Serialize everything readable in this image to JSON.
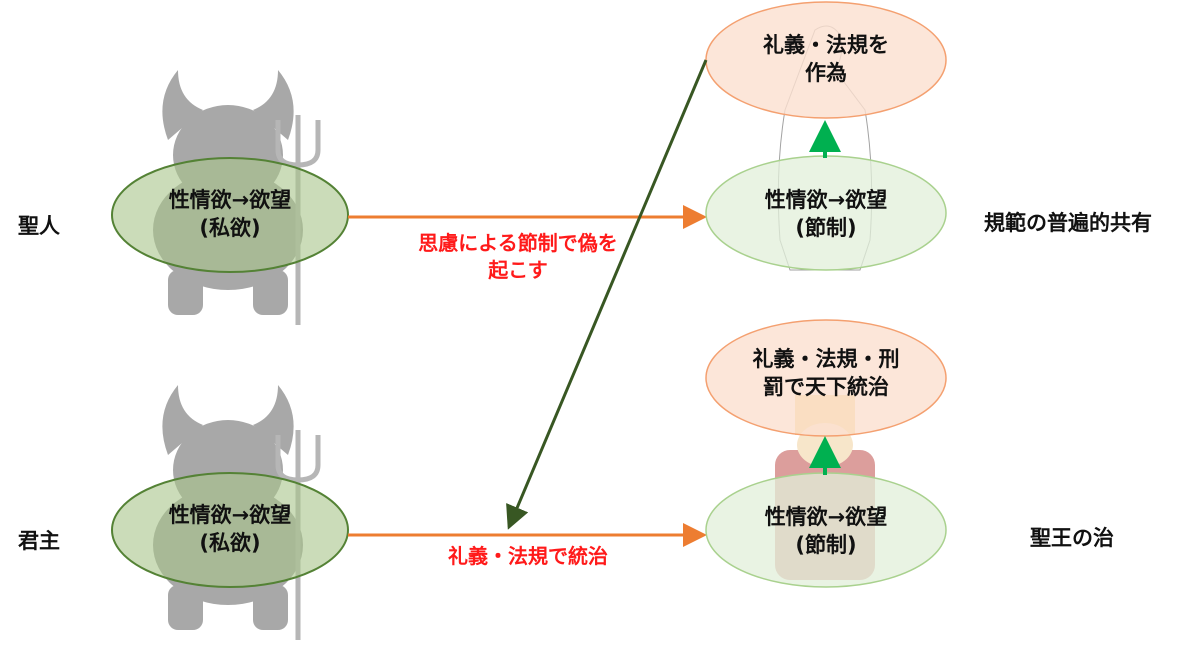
{
  "rows": [
    {
      "label": "聖人",
      "left_ellipse": {
        "line1": "性情欲→欲望",
        "line2": "(私欲)"
      },
      "arrow_label": {
        "line1": "思慮による節制で偽を",
        "line2": "起こす"
      },
      "right_ellipse": {
        "line1": "性情欲→欲望",
        "line2": "(節制)"
      },
      "top_ellipse": {
        "line1": "礼義・法規を",
        "line2": "作為"
      },
      "result": "規範の普遍的共有"
    },
    {
      "label": "君主",
      "left_ellipse": {
        "line1": "性情欲→欲望",
        "line2": "(私欲)"
      },
      "arrow_label": {
        "line1": "礼義・法規で統治"
      },
      "right_ellipse": {
        "line1": "性情欲→欲望",
        "line2": "(節制)"
      },
      "top_ellipse": {
        "line1": "礼義・法規・刑",
        "line2": "罰で天下統治"
      },
      "result": "聖王の治"
    }
  ],
  "colors": {
    "green_fill": "#a9c48a",
    "green_stroke": "#548235",
    "light_green_fill": "#e2efd9",
    "orange_fill": "#fbe0d0",
    "orange_stroke": "#f4a070",
    "arrow_orange": "#ed7d31",
    "arrow_dark_green": "#385723",
    "arrow_green": "#00b050",
    "red_text": "#ff0000"
  }
}
